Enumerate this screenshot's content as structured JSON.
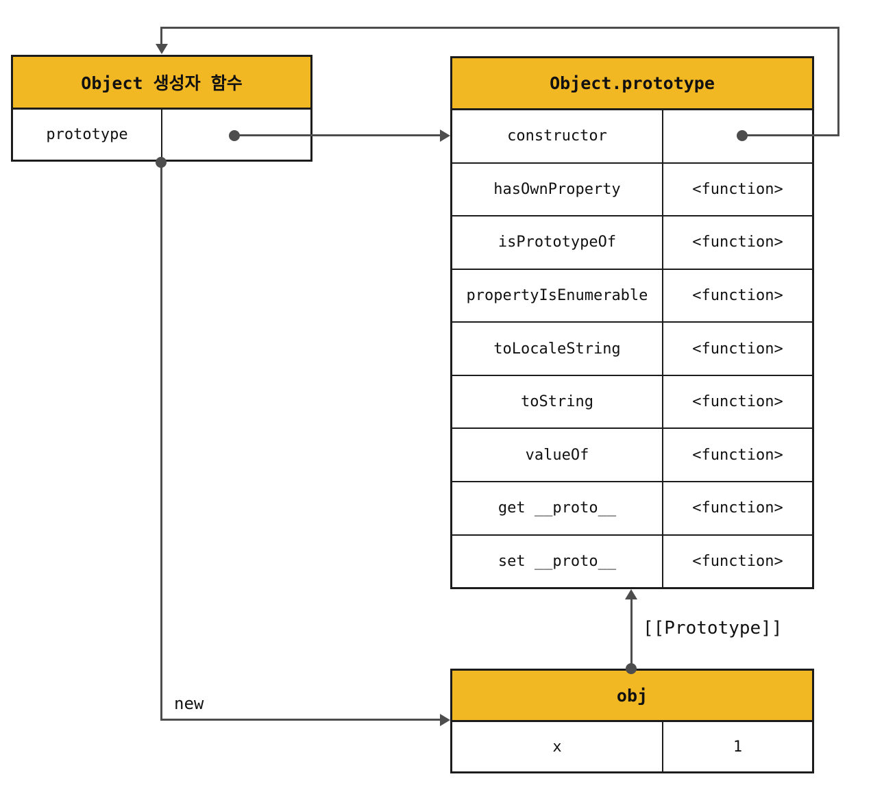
{
  "colors": {
    "header_fill": "#F2B824",
    "box_border": "#1C1C1C",
    "arrow": "#4D4D4D",
    "text": "#111111"
  },
  "constructor_box": {
    "title": "Object 생성자 함수",
    "rows": [
      {
        "name": "prototype",
        "value": ""
      }
    ]
  },
  "prototype_box": {
    "title": "Object.prototype",
    "rows": [
      {
        "name": "constructor",
        "value": ""
      },
      {
        "name": "hasOwnProperty",
        "value": "<function>"
      },
      {
        "name": "isPrototypeOf",
        "value": "<function>"
      },
      {
        "name": "propertyIsEnumerable",
        "value": "<function>"
      },
      {
        "name": "toLocaleString",
        "value": "<function>"
      },
      {
        "name": "toString",
        "value": "<function>"
      },
      {
        "name": "valueOf",
        "value": "<function>"
      },
      {
        "name": "get __proto__",
        "value": "<function>"
      },
      {
        "name": "set __proto__",
        "value": "<function>"
      }
    ]
  },
  "obj_box": {
    "title": "obj",
    "rows": [
      {
        "name": "x",
        "value": "1"
      }
    ]
  },
  "labels": {
    "new_keyword": "new",
    "prototype_link": "[[Prototype]]"
  }
}
